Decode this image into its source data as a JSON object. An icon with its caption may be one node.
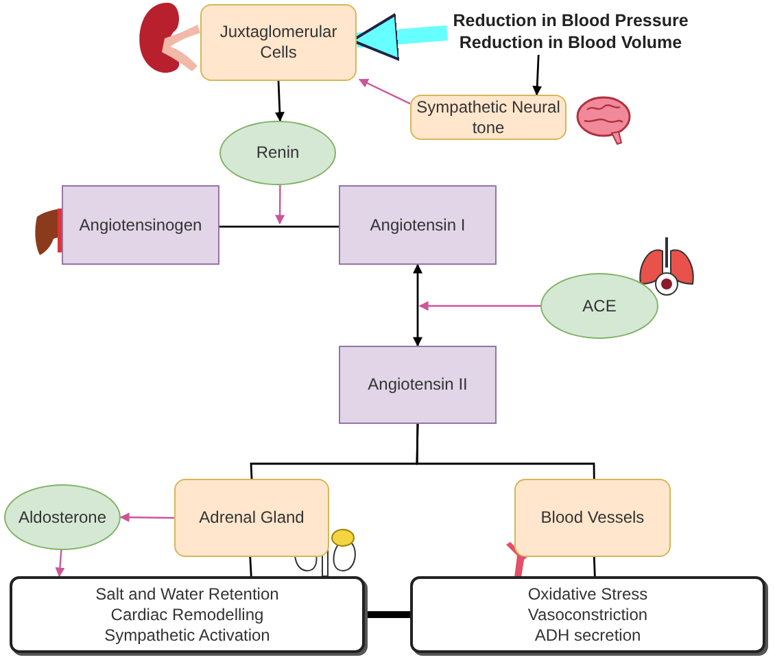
{
  "diagram": {
    "nodes": [
      {
        "text": [
          "Juxtaglomerular Cells"
        ]
      },
      {
        "text": [
          "Reduction in Blood Pressure",
          "Reduction in Blood Volume"
        ]
      },
      {
        "text": [
          "Sympathetic Neural tone"
        ]
      },
      {
        "text": [
          "Renin"
        ]
      },
      {
        "text": [
          "Angiotensinogen"
        ]
      },
      {
        "text": [
          "Angiotensin I"
        ]
      },
      {
        "text": [
          "ACE"
        ]
      },
      {
        "text": [
          "Angiotensin II"
        ]
      },
      {
        "text": [
          "Aldosterone"
        ]
      },
      {
        "text": [
          "Adrenal Gland"
        ]
      },
      {
        "text": [
          "Blood Vessels"
        ]
      },
      {
        "text": [
          "Salt and Water Retention",
          "Cardiac Remodelling",
          "Sympathetic Activation"
        ]
      },
      {
        "text": [
          "Oxidative Stress",
          "Vasoconstriction",
          "ADH secretion"
        ]
      }
    ],
    "edges": [
      {
        "from": 1,
        "to": 0,
        "arrow": "to",
        "style": "thick",
        "color": "#66ffff"
      },
      {
        "from": 1,
        "to": 2,
        "arrow": "to"
      },
      {
        "from": 2,
        "to": 0,
        "arrow": "to",
        "color": "#cc5599"
      },
      {
        "from": 0,
        "to": 3,
        "arrow": "to"
      },
      {
        "from": 4,
        "to": 5,
        "arrow": "none"
      },
      {
        "from": 3,
        "to": null,
        "arrow": "to",
        "color": "#cc5599"
      },
      {
        "from": 5,
        "to": 7,
        "arrow": "both"
      },
      {
        "from": 6,
        "to": null,
        "arrow": "to",
        "color": "#cc5599"
      },
      {
        "from": 7,
        "to": 9,
        "arrow": "none"
      },
      {
        "from": 7,
        "to": 10,
        "arrow": "none"
      },
      {
        "from": 9,
        "to": 8,
        "arrow": "to",
        "color": "#cc5599"
      },
      {
        "from": 8,
        "to": 11,
        "arrow": "to",
        "color": "#cc5599"
      },
      {
        "from": 9,
        "to": 11,
        "arrow": "none"
      },
      {
        "from": 10,
        "to": 12,
        "arrow": "none"
      },
      {
        "from": 11,
        "to": 12,
        "arrow": "none",
        "style": "thick"
      }
    ]
  }
}
